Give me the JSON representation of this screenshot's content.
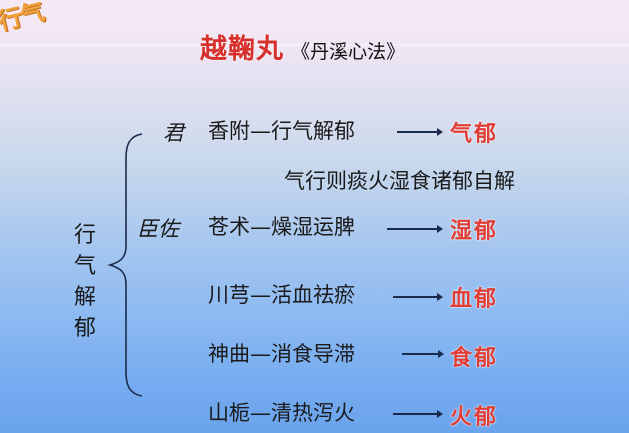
{
  "corner_label": "行气",
  "title": {
    "main": "越鞠丸",
    "source": "《丹溪心法》"
  },
  "category": {
    "label_chars": [
      "行",
      "气",
      "解",
      "郁"
    ]
  },
  "rows": [
    {
      "role": "君",
      "herb_action": "香附—行气解郁",
      "result": "气郁"
    },
    {
      "role": "臣佐",
      "herb_action": "苍术—燥湿运脾",
      "result": "湿郁"
    },
    {
      "role": "",
      "herb_action": "川芎—活血祛瘀",
      "result": "血郁"
    },
    {
      "role": "",
      "herb_action": "神曲—消食导滞",
      "result": "食郁"
    },
    {
      "role": "",
      "herb_action": "山栀—清热泻火",
      "result": "火郁"
    }
  ],
  "note": "气行则痰火湿食诸郁自解",
  "colors": {
    "title_red": "#d8302c",
    "result_red": "#e03d36",
    "corner_orange": "#f0a23c",
    "bg_top": "#f6e9f6",
    "bg_bottom": "#6aa3ec"
  }
}
